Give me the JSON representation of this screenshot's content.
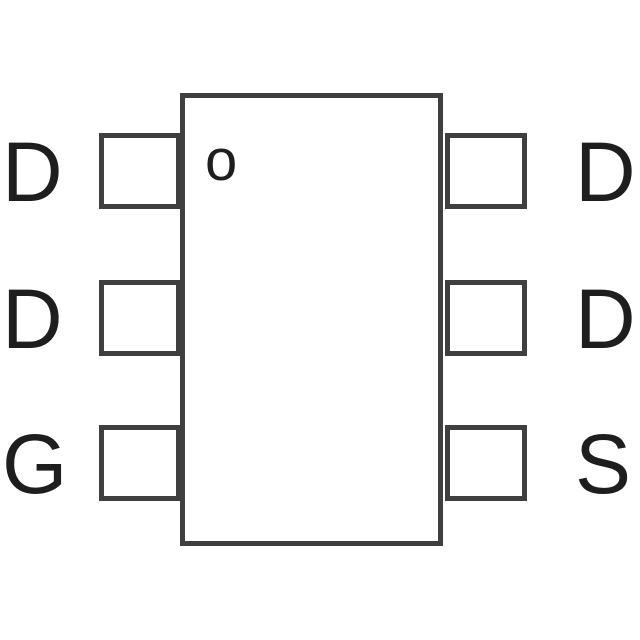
{
  "diagram": {
    "type": "ic-package-pinout",
    "pin1_marker": "o",
    "left_pins": [
      {
        "label": "D",
        "row": 1
      },
      {
        "label": "D",
        "row": 2
      },
      {
        "label": "G",
        "row": 3
      }
    ],
    "right_pins": [
      {
        "label": "D",
        "row": 1
      },
      {
        "label": "D",
        "row": 2
      },
      {
        "label": "S",
        "row": 3
      }
    ],
    "stroke_color": "#3f3f3f",
    "text_color": "#1e1e1e"
  }
}
